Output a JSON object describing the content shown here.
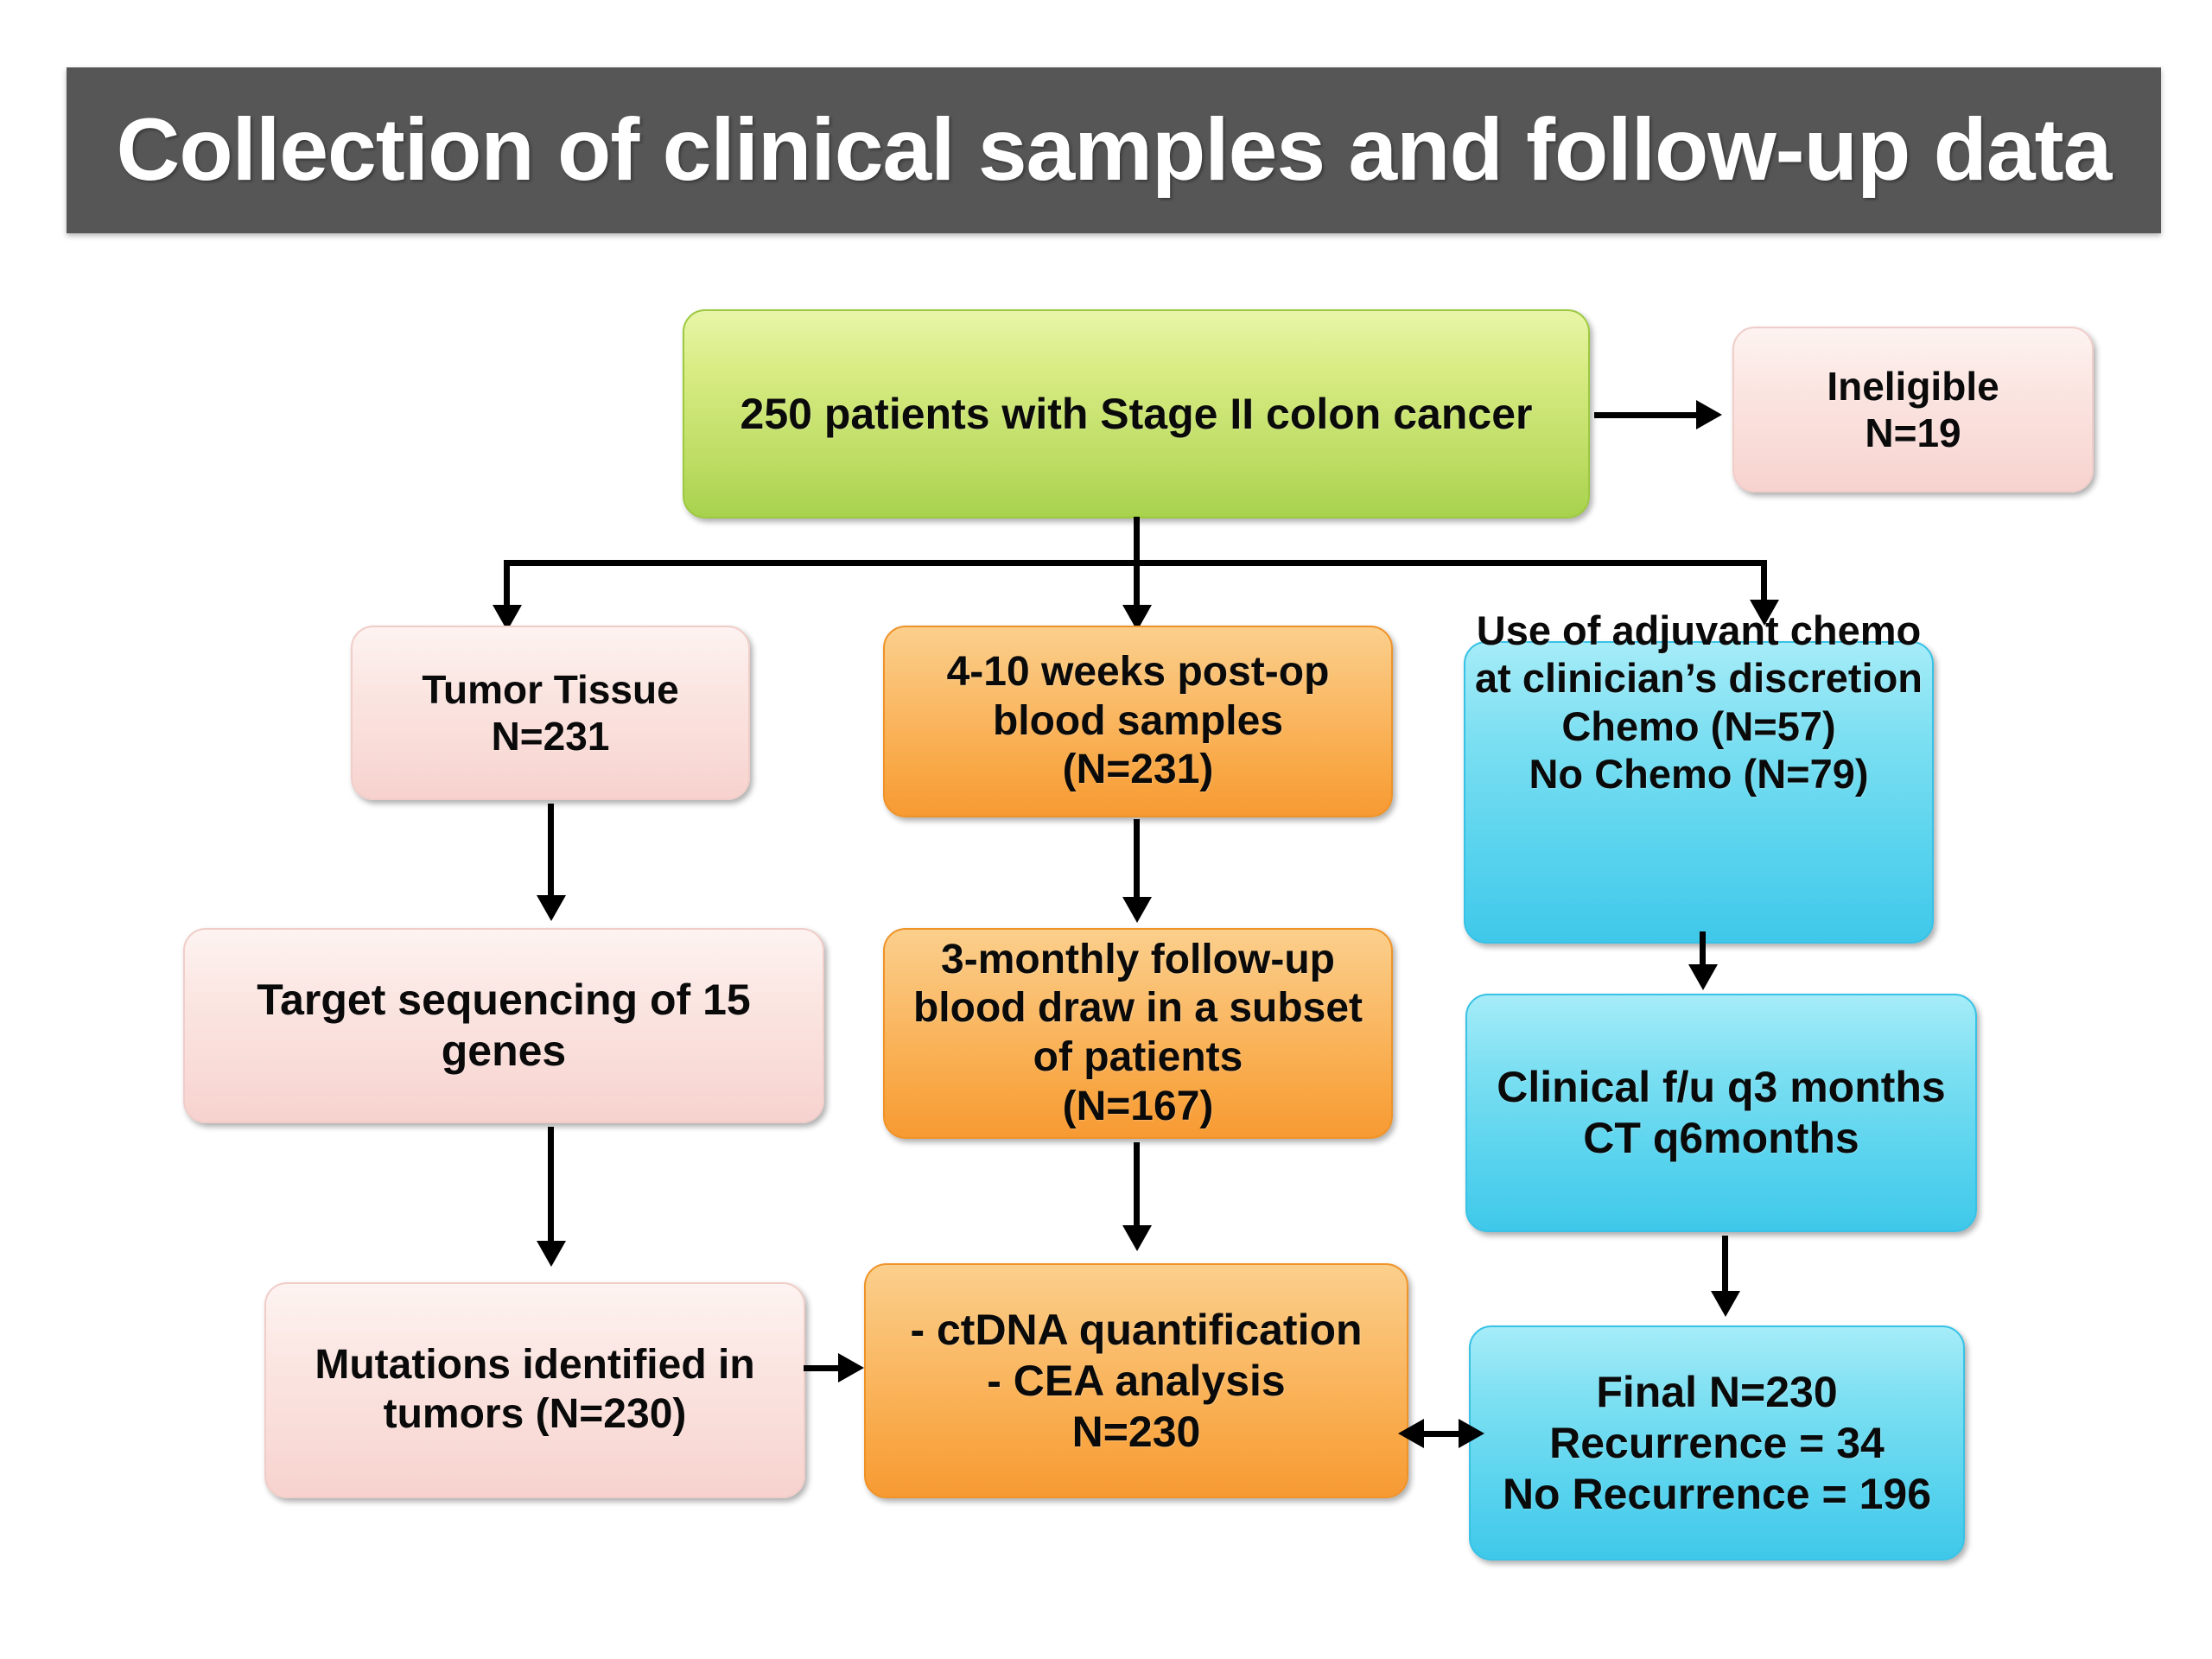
{
  "header": {
    "title": "Collection of clinical samples and follow-up data",
    "background_color": "#565656",
    "text_color": "#ffffff"
  },
  "palette": {
    "green": "#bedd64",
    "pink": "#f9dcd8",
    "orange": "#f9a846",
    "blue": "#58d3ee",
    "connector": "#000000",
    "banner": "#565656"
  },
  "diagram": {
    "type": "flowchart",
    "nodes": [
      {
        "id": "cohort",
        "label": "250 patients with Stage II colon cancer",
        "color": "green",
        "column": "center",
        "row": 0
      },
      {
        "id": "ineligible",
        "label": "Ineligible\nN=19",
        "color": "pink",
        "column": "far-right",
        "row": 0
      },
      {
        "id": "tumor-tissue",
        "label": "Tumor Tissue\nN=231",
        "color": "pink",
        "column": "left",
        "row": 1
      },
      {
        "id": "postop-blood",
        "label": "4-10 weeks post-op blood samples\n(N=231)",
        "color": "orange",
        "column": "center",
        "row": 1
      },
      {
        "id": "adjuvant-chemo",
        "label": "Use of adjuvant chemo at clinician’s discretion\nChemo (N=57)\nNo Chemo (N=79)",
        "color": "blue",
        "column": "right",
        "row": 1
      },
      {
        "id": "target-sequencing",
        "label": "Target sequencing of 15 genes",
        "color": "pink",
        "column": "left",
        "row": 2
      },
      {
        "id": "followup-blood",
        "label": "3-monthly follow-up blood draw in a subset of patients\n(N=167)",
        "color": "orange",
        "column": "center",
        "row": 2
      },
      {
        "id": "clinical-fu",
        "label": "Clinical f/u q3 months\nCT q6months",
        "color": "blue",
        "column": "right",
        "row": 2
      },
      {
        "id": "mutations",
        "label": "Mutations identified in tumors (N=230)",
        "color": "pink",
        "column": "left",
        "row": 3
      },
      {
        "id": "ctdna-cea",
        "label": "- ctDNA quantification\n- CEA analysis\nN=230",
        "color": "orange",
        "column": "center",
        "row": 3
      },
      {
        "id": "final",
        "label": "Final N=230\nRecurrence = 34\nNo Recurrence = 196",
        "color": "blue",
        "column": "right",
        "row": 3
      }
    ],
    "edges": [
      {
        "from": "cohort",
        "to": "ineligible",
        "kind": "arrow-right"
      },
      {
        "from": "cohort",
        "to": "tumor-tissue",
        "kind": "arrow-down-branch"
      },
      {
        "from": "cohort",
        "to": "postop-blood",
        "kind": "arrow-down-branch"
      },
      {
        "from": "cohort",
        "to": "adjuvant-chemo",
        "kind": "arrow-down-branch"
      },
      {
        "from": "tumor-tissue",
        "to": "target-sequencing",
        "kind": "arrow-down"
      },
      {
        "from": "postop-blood",
        "to": "followup-blood",
        "kind": "arrow-down"
      },
      {
        "from": "adjuvant-chemo",
        "to": "clinical-fu",
        "kind": "arrow-down"
      },
      {
        "from": "target-sequencing",
        "to": "mutations",
        "kind": "arrow-down"
      },
      {
        "from": "followup-blood",
        "to": "ctdna-cea",
        "kind": "arrow-down"
      },
      {
        "from": "clinical-fu",
        "to": "final",
        "kind": "arrow-down"
      },
      {
        "from": "mutations",
        "to": "ctdna-cea",
        "kind": "arrow-right"
      },
      {
        "from": "ctdna-cea",
        "to": "final",
        "kind": "arrow-bidirectional"
      }
    ]
  }
}
